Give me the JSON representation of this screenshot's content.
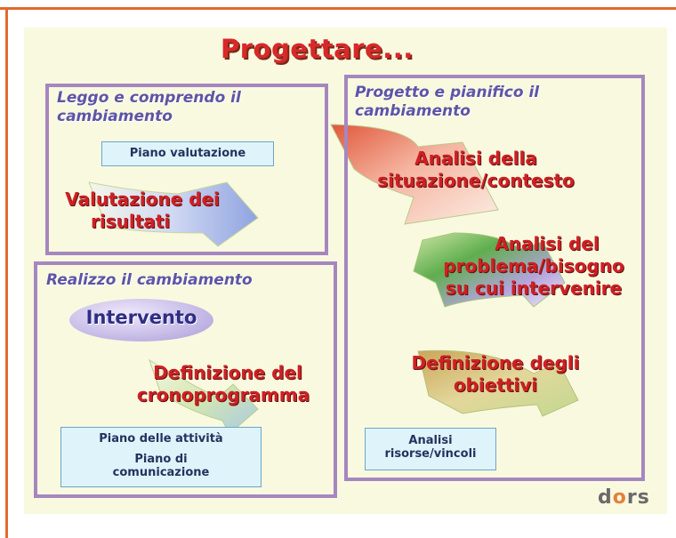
{
  "title": "Progettare...",
  "panels": {
    "understand": {
      "title_line1": "Leggo e comprendo il",
      "title_line2": "cambiamento"
    },
    "plan": {
      "title_line1": "Progetto e pianifico il",
      "title_line2": "cambiamento"
    },
    "implement": {
      "title": "Realizzo il cambiamento"
    }
  },
  "boxes": {
    "evaluation_plan": "Piano valutazione",
    "activities_plan": "Piano delle attività",
    "communication_plan_line1": "Piano di",
    "communication_plan_line2": "comunicazione",
    "resources_line1": "Analisi",
    "resources_line2": "risorse/vincoli"
  },
  "steps": {
    "results_line1": "Valutazione dei",
    "results_line2": "risultati",
    "situation_line1": "Analisi della",
    "situation_line2": "situazione/contesto",
    "problem_line1": "Analisi del",
    "problem_line2": "problema/bisogno",
    "problem_line3": "su cui intervenire",
    "objectives_line1": "Definizione degli",
    "objectives_line2": "obiettivi",
    "schedule_line1": "Definizione del",
    "schedule_line2": "cronoprogramma",
    "intervention": "Intervento"
  },
  "logo": {
    "part1": "d",
    "part2": "o",
    "part3": "rs"
  },
  "colors": {
    "frame": "#e2692e",
    "background": "#f9f9e0",
    "panel_border": "#a587bf",
    "title": "#d8282a",
    "step_text": "#cf2024",
    "panel_title": "#5d55a6"
  }
}
